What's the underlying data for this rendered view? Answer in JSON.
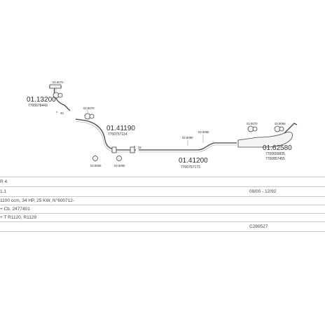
{
  "diagram": {
    "parts": {
      "p1_code": "01.13200",
      "p1_oem": "7700678443",
      "p2_code": "01.41190",
      "p2_oem": "7700757114",
      "p3_code": "01.41200",
      "p3_oem": "7700757173",
      "p4_code": "01.62580",
      "p4_oem1": "7700659835",
      "p4_oem2": "7700857455"
    },
    "fittings": {
      "f1": "02.8070",
      "f2": "02.8070",
      "f3": "02.8005",
      "f4": "02.8005",
      "f5": "02.8090",
      "f6": "02.8065",
      "f7": "02.8070",
      "f8": "02.9066"
    },
    "markers": {
      "m40": "40",
      "m32": "32"
    }
  },
  "info": {
    "row1": "R 4",
    "row2_left": "1.1",
    "row2_right": "09/00 - 12/92",
    "row3": "1100 ccm, 34 HP, 25 KW, N°600712-",
    "row4": "+ Cb. 2477401",
    "row5": "+ T R1120, R1129",
    "row6_right": "C280527"
  }
}
